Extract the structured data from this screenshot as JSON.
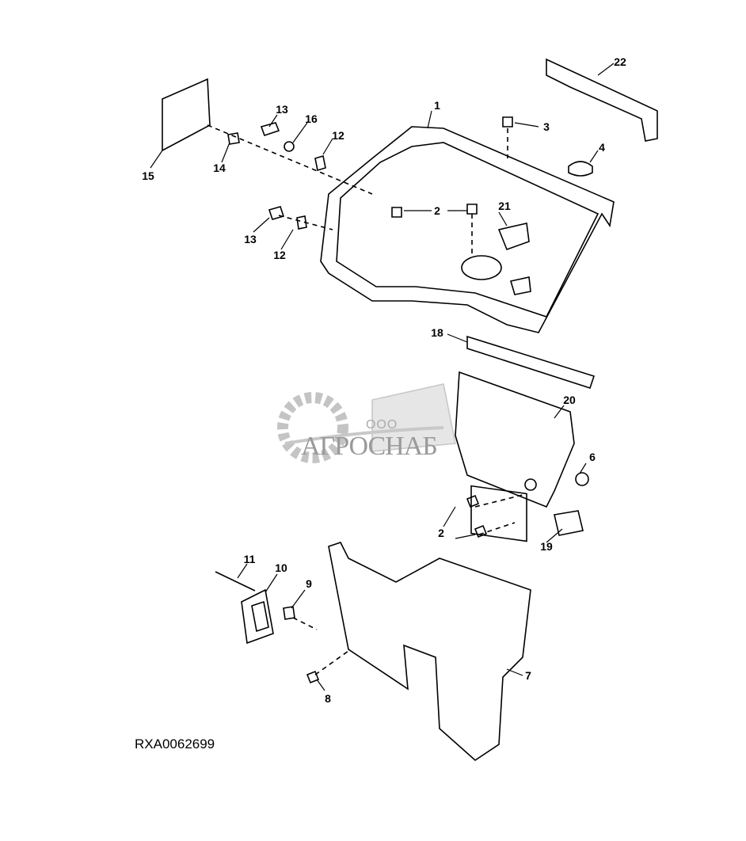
{
  "diagram": {
    "reference_code": "RXA0062699",
    "watermark": {
      "prefix": "ООО",
      "name": "АГРОСНАБ"
    },
    "callouts": [
      "22",
      "1",
      "13",
      "16",
      "3",
      "12",
      "4",
      "15",
      "14",
      "2",
      "21",
      "13",
      "12",
      "18",
      "20",
      "6",
      "2",
      "19",
      "11",
      "10",
      "9",
      "7",
      "8"
    ]
  },
  "colors": {
    "line": "#000000",
    "watermark": "#9a9a9a"
  }
}
